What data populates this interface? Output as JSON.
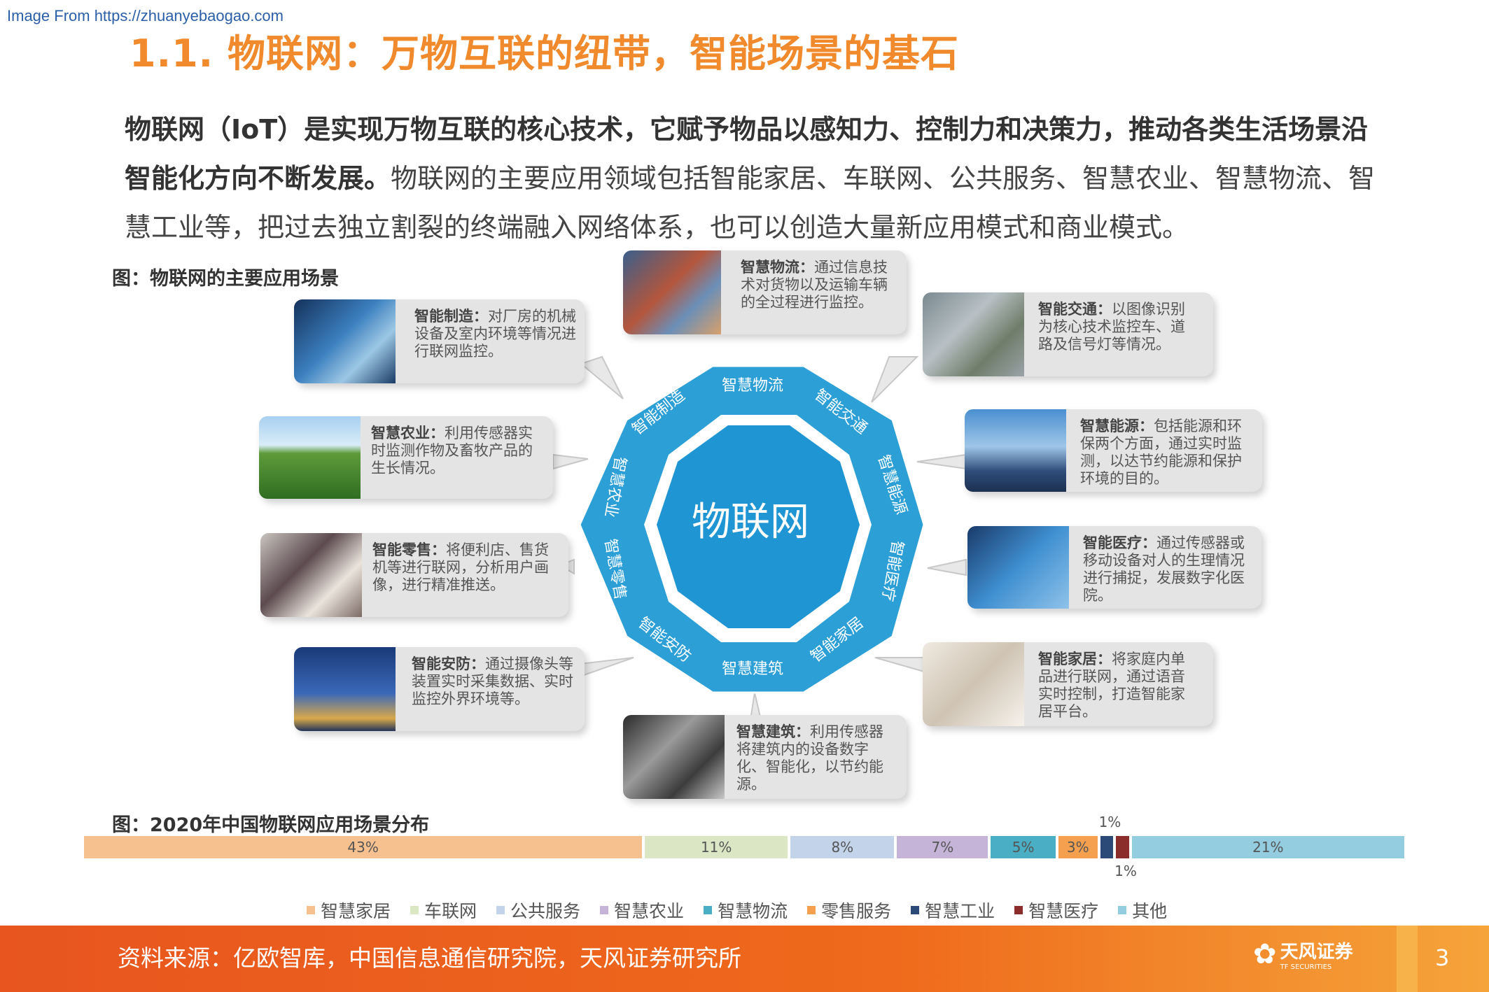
{
  "watermark": "Image From https://zhuanyebaogao.com",
  "title": "1.1. 物联网：万物互联的纽带，智能场景的基石",
  "intro": {
    "bold": "物联网（IoT）是实现万物互联的核心技术，它赋予物品以感知力、控制力和决策力，推动各类生活场景沿智能化方向不断发展。",
    "normal": "物联网的主要应用领域包括智能家居、车联网、公共服务、智慧农业、智慧物流、智慧工业等，把过去独立割裂的终端融入网络体系，也可以创造大量新应用模式和商业模式。"
  },
  "figure1": {
    "caption": "图：物联网的主要应用场景",
    "center": "物联网",
    "ring": [
      "智慧物流",
      "智能交通",
      "智慧能源",
      "智能医疗",
      "智能家居",
      "智慧建筑",
      "智能安防",
      "智慧零售",
      "智慧农业",
      "智能制造"
    ],
    "cards": [
      {
        "title": "智慧物流：",
        "text": "通过信息技术对货物以及运输车辆的全过程进行监控。"
      },
      {
        "title": "智能交通：",
        "text": "以图像识别为核心技术监控车、道路及信号灯等情况。"
      },
      {
        "title": "智慧能源：",
        "text": "包括能源和环保两个方面，通过实时监测，以达节约能源和保护环境的目的。"
      },
      {
        "title": "智能医疗：",
        "text": "通过传感器或移动设备对人的生理情况进行捕捉，发展数字化医院。"
      },
      {
        "title": "智能家居：",
        "text": "将家庭内单品进行联网，通过语音实时控制，打造智能家居平台。"
      },
      {
        "title": "智慧建筑：",
        "text": "利用传感器将建筑内的设备数字化、智能化，以节约能源。"
      },
      {
        "title": "智能安防：",
        "text": "通过摄像头等装置实时采集数据、实时监控外界环境等。"
      },
      {
        "title": "智能零售：",
        "text": "将便利店、售货机等进行联网，分析用户画像，进行精准推送。"
      },
      {
        "title": "智慧农业：",
        "text": "利用传感器实时监测作物及畜牧产品的生长情况。"
      },
      {
        "title": "智能制造：",
        "text": "对厂房的机械设备及室内环境等情况进行联网监控。"
      }
    ]
  },
  "figure2": {
    "caption": "图：2020年中国物联网应用场景分布"
  },
  "chart_data": {
    "type": "bar",
    "stacked": true,
    "title": "图：2020年中国物联网应用场景分布",
    "legend_position": "bottom",
    "series": [
      {
        "name": "智慧家居",
        "value": 43,
        "label": "43%",
        "color": "#f7c08f"
      },
      {
        "name": "车联网",
        "value": 11,
        "label": "11%",
        "color": "#dbe6c4"
      },
      {
        "name": "公共服务",
        "value": 8,
        "label": "8%",
        "color": "#c2d3ea"
      },
      {
        "name": "智慧农业",
        "value": 7,
        "label": "7%",
        "color": "#c5b3d8"
      },
      {
        "name": "智慧物流",
        "value": 5,
        "label": "5%",
        "color": "#4aaec4"
      },
      {
        "name": "零售服务",
        "value": 3,
        "label": "3%",
        "color": "#f5a04f"
      },
      {
        "name": "智慧工业",
        "value": 1,
        "label": "1%",
        "color": "#2c4a78"
      },
      {
        "name": "智慧医疗",
        "value": 1,
        "label": "1%",
        "color": "#8b2d2a"
      },
      {
        "name": "其他",
        "value": 21,
        "label": "21%",
        "color": "#94cde0"
      }
    ]
  },
  "footer": {
    "source": "资料来源：亿欧智库，中国信息通信研究院，天风证券研究所",
    "brand_name": "天风证券",
    "brand_sub": "TF SECURITIES",
    "page_number": "3"
  }
}
